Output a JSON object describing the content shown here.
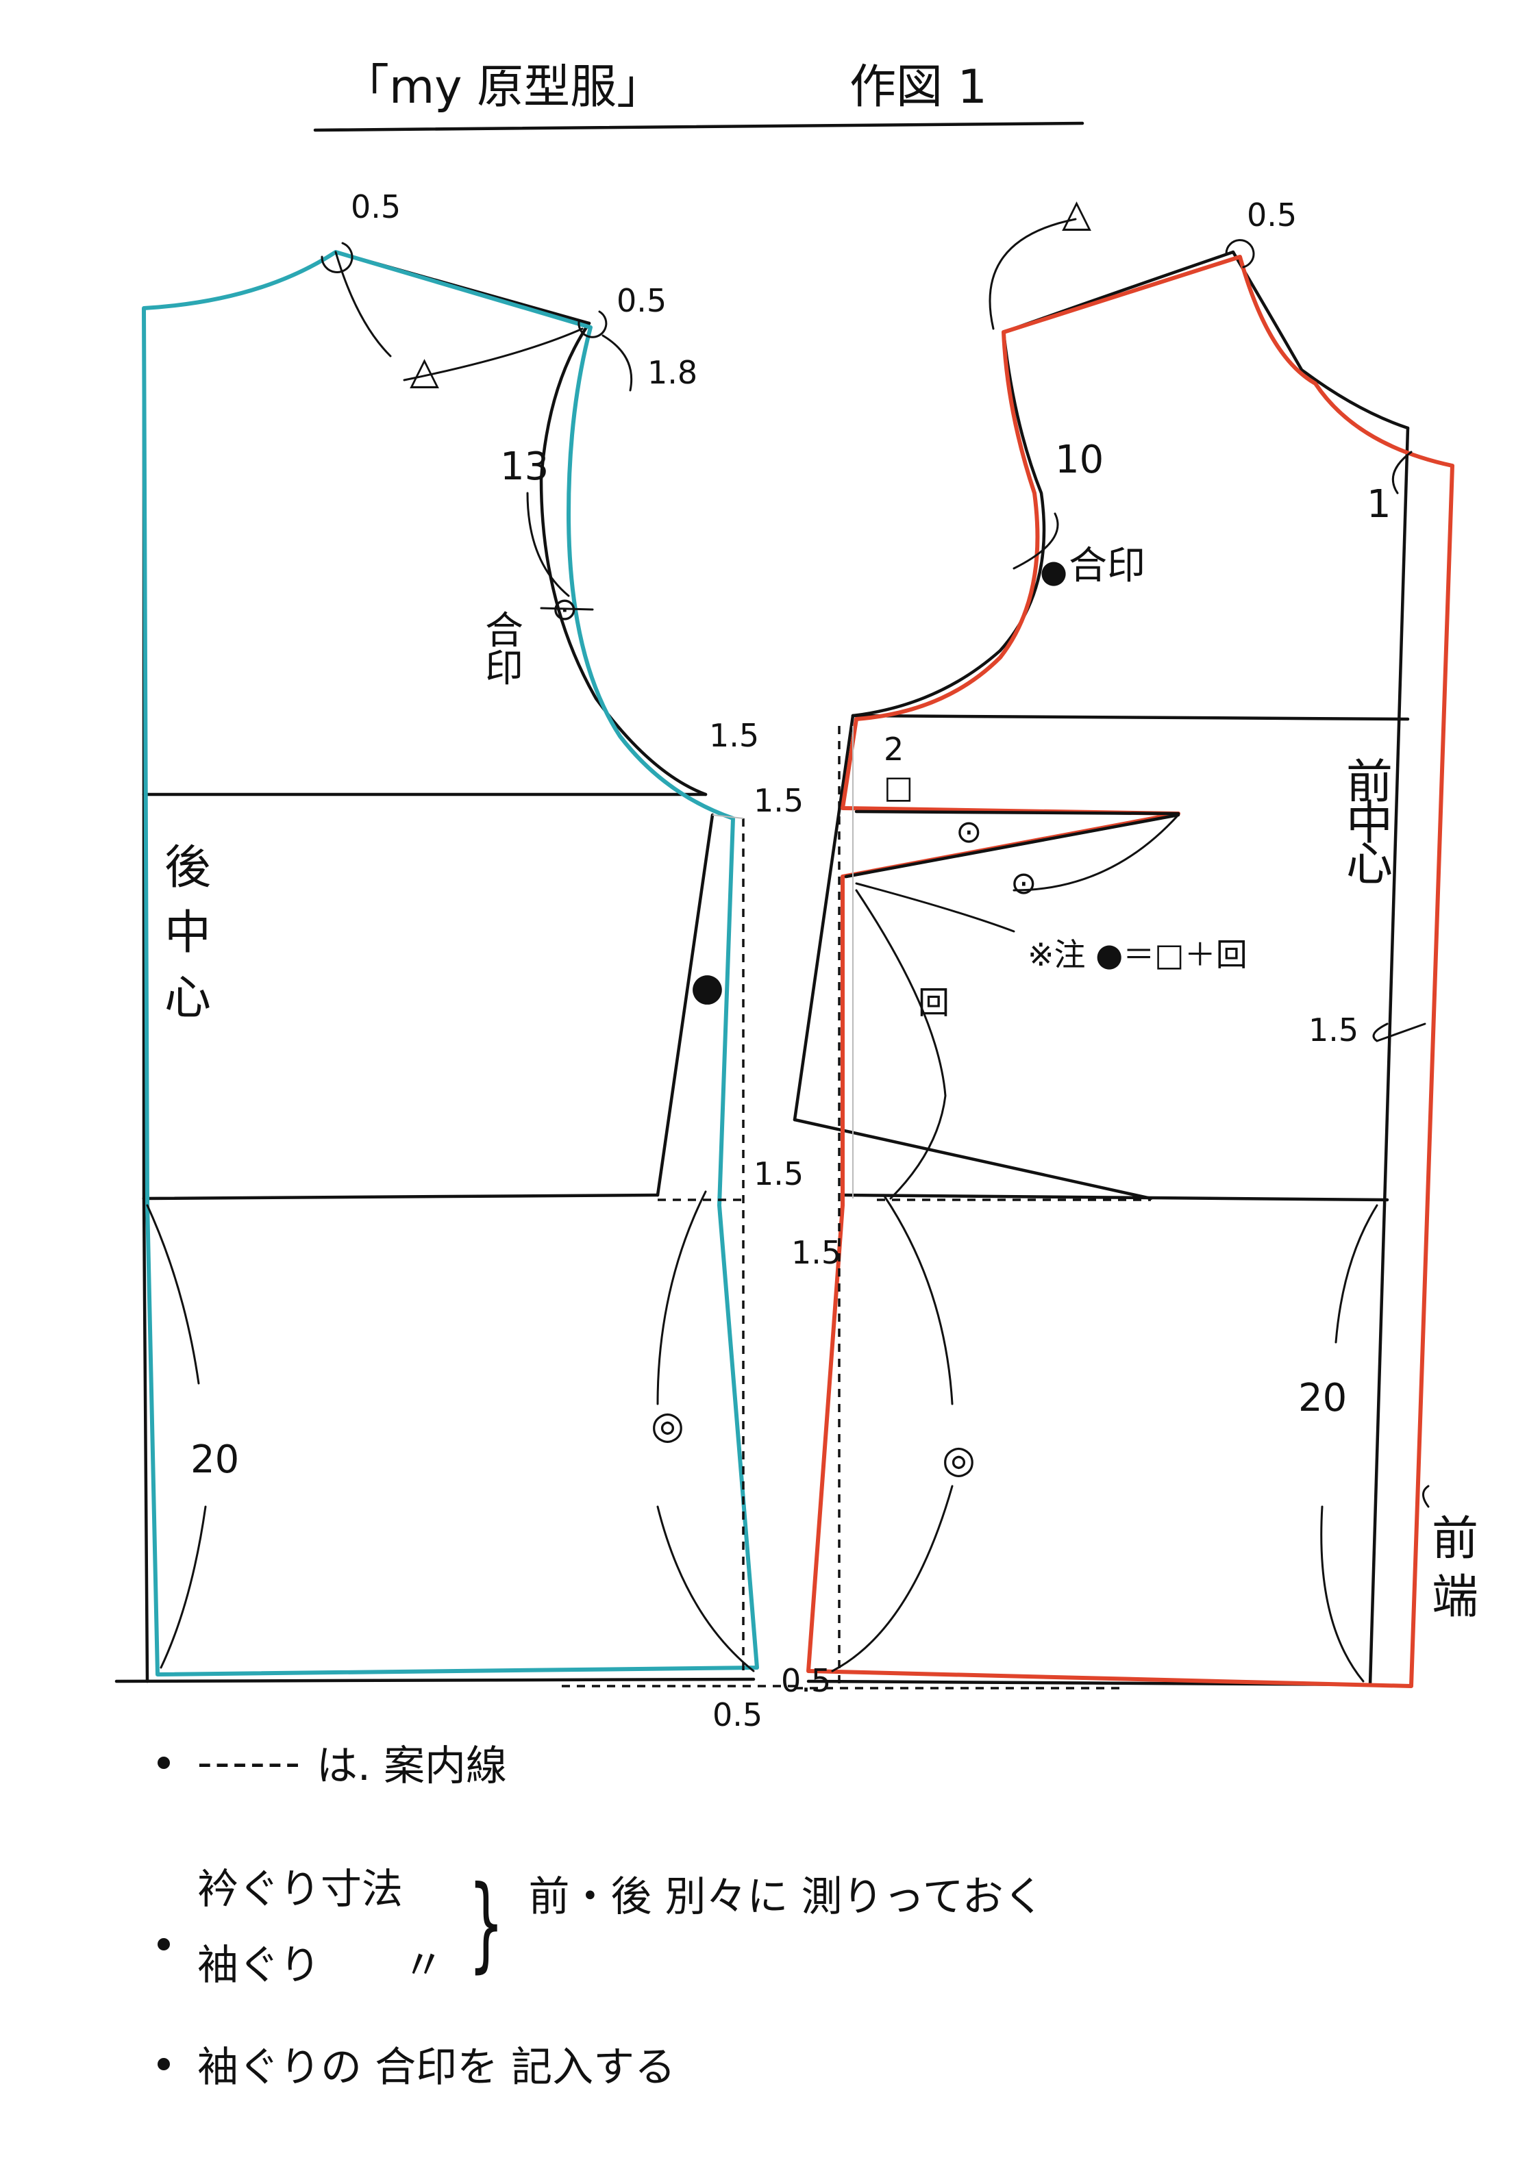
{
  "title": {
    "left": "「my 原型服」",
    "right": "作図 1"
  },
  "back": {
    "center_label": [
      "後",
      "中",
      "心"
    ],
    "dim_side": "20",
    "dim_armhole": "13",
    "notch_label": [
      "合",
      "印"
    ],
    "dim_shoulder_top": "0.5",
    "dim_shoulder_tip": "0.5",
    "dim_shoulder_drop": "1.8",
    "dim_side_top": "1.5",
    "dim_side_top2": "1.5",
    "dim_side_waist": "1.5",
    "dim_hem": "0.5"
  },
  "front": {
    "center_label": [
      "前",
      "中",
      "心"
    ],
    "edge_label": [
      "前",
      "端"
    ],
    "dim_neck_top": "0.5",
    "dim_armhole": "10",
    "notch_label": "合印",
    "dim_neck_drop": "1",
    "dim_front_edge": "1.5",
    "dim_dart": "2",
    "dim_side_waist": "1.5",
    "dim_side": "20",
    "dim_hem": "0.5",
    "note": "※注 ●＝□＋回"
  },
  "symbols": {
    "triangle": "△",
    "square": "□",
    "double_circle": "◎",
    "circle_dot": "⊙",
    "filled": "●",
    "box_mark": "回"
  },
  "notes": {
    "line1_dash": "------",
    "line1_text": "は. 案内線",
    "line2a": "衿ぐり寸法",
    "line2b": "袖ぐり",
    "line2b_ditto": "〃",
    "line2_right": "前・後 別々に 測りっておく",
    "line3": "袖ぐりの 合印を 記入する"
  },
  "colors": {
    "back_line": "#2ba7b3",
    "front_line": "#e0442b",
    "ink": "#111111"
  }
}
